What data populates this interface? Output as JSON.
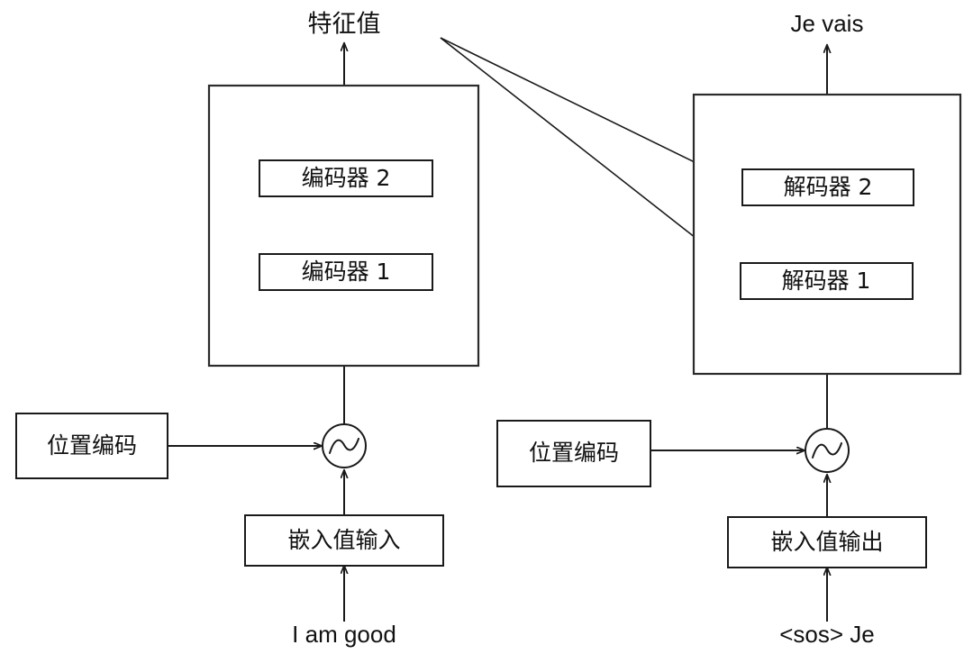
{
  "diagram": {
    "title": "Transformer encoder-decoder architecture",
    "colors": {
      "background": "#ffffff",
      "stroke": "#1a1a1a",
      "outer_stroke": "#2b2b2b",
      "text": "#111111"
    },
    "encoder_side": {
      "output_label": "特征值",
      "stack_boxes": [
        {
          "label": "编码器 2"
        },
        {
          "label": "编码器 1"
        }
      ],
      "positional_encoding_label": "位置编码",
      "embedding_label": "嵌入值输入",
      "input_sentence": "I am good",
      "sum_node_icon": "sine-wave-icon"
    },
    "decoder_side": {
      "output_label": "Je vais",
      "stack_boxes": [
        {
          "label": "解码器 2"
        },
        {
          "label": "解码器 1"
        }
      ],
      "positional_encoding_label": "位置编码",
      "embedding_label": "嵌入值输出",
      "input_sentence": "<sos> Je",
      "sum_node_icon": "sine-wave-icon"
    },
    "cross_attention": {
      "description": "encoder feature output fans out to both decoder blocks",
      "arrow_count": 2
    }
  }
}
